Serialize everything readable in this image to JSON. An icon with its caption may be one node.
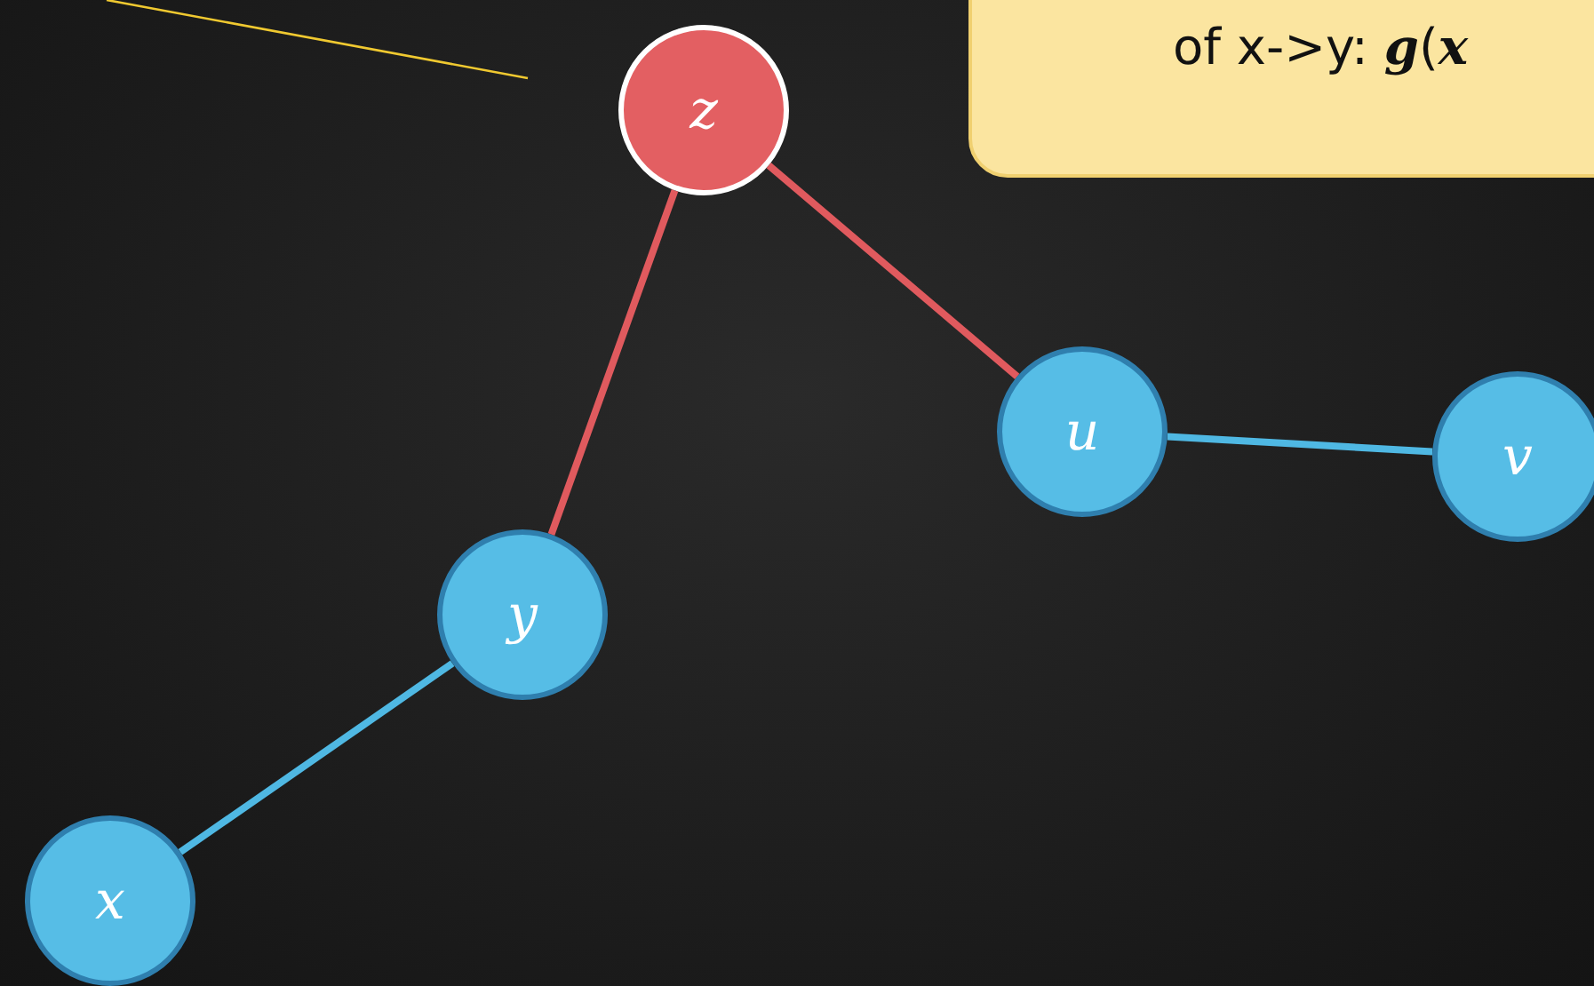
{
  "diagram": {
    "nodes": [
      {
        "text": [
          "of x->y: **g**(**x**"
        ]
      },
      {
        "text": [
          "z"
        ]
      },
      {
        "text": [
          "u"
        ]
      },
      {
        "text": [
          "v"
        ]
      },
      {
        "text": [
          "y"
        ]
      },
      {
        "text": [
          "x"
        ]
      }
    ],
    "edges": [
      {
        "from": 1,
        "to": 4,
        "arrow": "none",
        "color": "#e05a5e"
      },
      {
        "from": 1,
        "to": 2,
        "arrow": "none",
        "color": "#e05a5e"
      },
      {
        "from": 2,
        "to": 3,
        "arrow": "none",
        "color": "#4fb8e3"
      },
      {
        "from": 4,
        "to": 5,
        "arrow": "none",
        "color": "#4fb8e3"
      }
    ]
  }
}
